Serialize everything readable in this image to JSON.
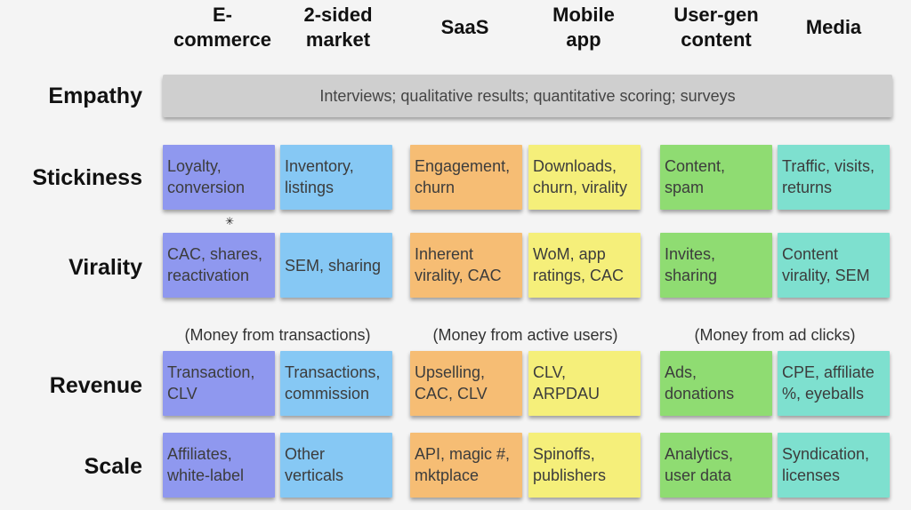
{
  "columns": [
    "E-\ncommerce",
    "2-sided\nmarket",
    "SaaS",
    "Mobile\napp",
    "User-gen\ncontent",
    "Media"
  ],
  "rows": {
    "empathy": "Empathy",
    "stickiness": "Stickiness",
    "virality": "Virality",
    "revenue": "Revenue",
    "scale": "Scale"
  },
  "empathy_banner": "Interviews; qualitative results; quantitative scoring; surveys",
  "stickiness": [
    "Loyalty,\nconversion",
    "Inventory,\nlistings",
    "Engagement,\nchurn",
    "Downloads,\nchurn, virality",
    "Content,\nspam",
    "Traffic, visits,\nreturns"
  ],
  "virality": [
    "CAC, shares,\nreactivation",
    "SEM, sharing",
    "Inherent\nvirality, CAC",
    "WoM, app\nratings, CAC",
    "Invites,\nsharing",
    "Content\nvirality, SEM"
  ],
  "revenue_notes": [
    "(Money from transactions)",
    "(Money from active users)",
    "(Money from ad clicks)"
  ],
  "revenue": [
    "Transaction,\nCLV",
    "Transactions,\ncommission",
    "Upselling,\nCAC, CLV",
    "CLV,\nARPDAU",
    "Ads,\ndonations",
    "CPE, affiliate\n%, eyeballs"
  ],
  "scale": [
    "Affiliates,\nwhite-label",
    "Other\nverticals",
    "API, magic #,\nmktplace",
    "Spinoffs,\npublishers",
    "Analytics,\nuser data",
    "Syndication,\nlicenses"
  ],
  "colors": {
    "purple": "#8f98ef",
    "blue": "#86c8f4",
    "orange": "#f6bd74",
    "yellow": "#f5ef7a",
    "green": "#8fdc72",
    "teal": "#7ee0cf",
    "banner": "#cfcfcf"
  },
  "cursor_icon": "busy-cursor-icon"
}
